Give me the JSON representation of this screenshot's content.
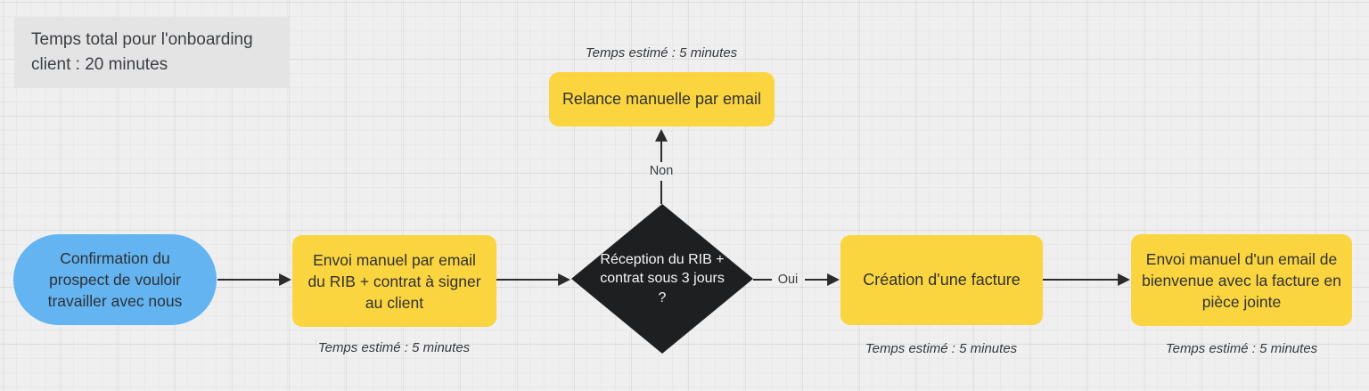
{
  "note": {
    "text": "Temps total pour l'onboarding client : 20 minutes"
  },
  "nodes": [
    {
      "id": "start",
      "type": "start-ellipse",
      "label": "Confirmation du prospect de vouloir travailler avec nous"
    },
    {
      "id": "send-rib",
      "type": "process",
      "label": "Envoi manuel par email du RIB + contrat à signer au client",
      "caption": "Temps estimé : 5 minutes"
    },
    {
      "id": "decision",
      "type": "decision",
      "label": "Réception du RIB + contrat sous 3 jours ?"
    },
    {
      "id": "relance",
      "type": "process",
      "label": "Relance manuelle par email",
      "caption": "Temps estimé : 5 minutes"
    },
    {
      "id": "facture",
      "type": "process",
      "label": "Création d'une facture",
      "caption": "Temps estimé : 5 minutes"
    },
    {
      "id": "welcome",
      "type": "process",
      "label": "Envoi manuel d'un email de bienvenue avec la facture en pièce jointe",
      "caption": "Temps estimé : 5 minutes"
    }
  ],
  "edges": {
    "oui_label": "Oui",
    "non_label": "Non"
  },
  "colors": {
    "yellow": "#FBD540",
    "blue": "#63B4F0",
    "black": "#1E1F21",
    "gray_note": "#E4E4E4",
    "line": "#2B2B2B",
    "text_dark": "#2F3136",
    "text_light": "#F6F6F6",
    "caption": "#35383C",
    "bg": "#EFEFEF"
  }
}
